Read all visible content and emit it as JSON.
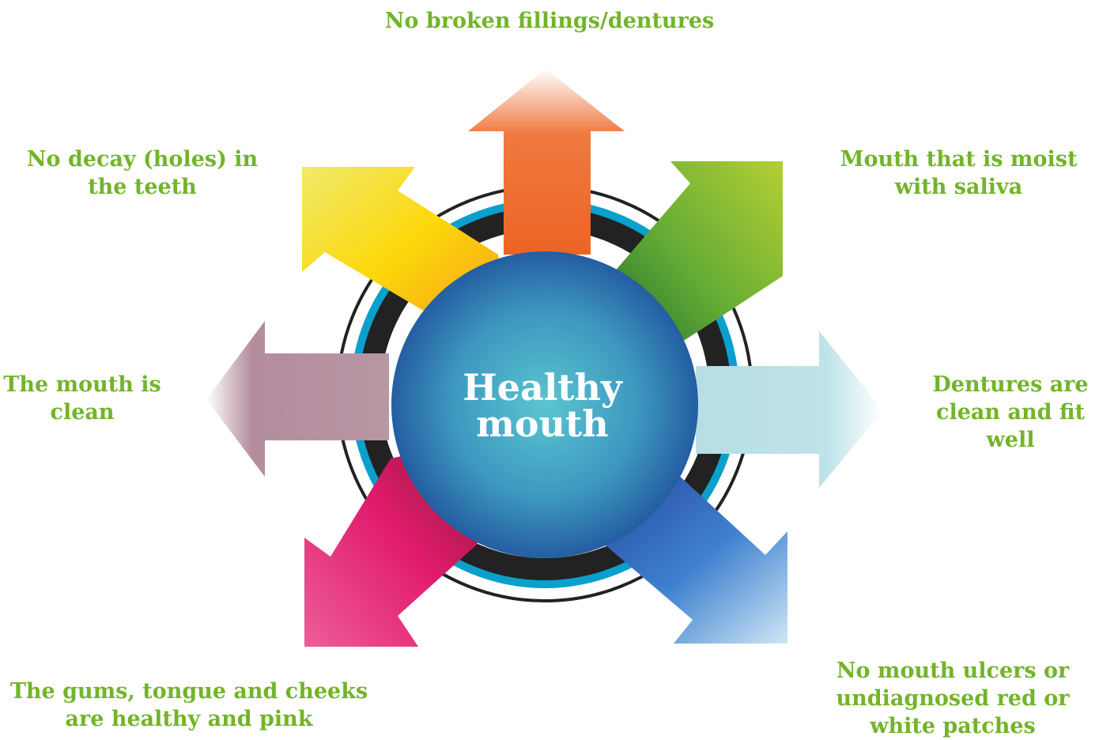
{
  "center": {
    "line1": "Healthy",
    "line2": "mouth"
  },
  "labels": {
    "top": "No broken fillings/dentures",
    "top_left": "No decay (holes) in\nthe teeth",
    "top_right": "Mouth that is moist\nwith saliva",
    "left": "The mouth is\nclean",
    "right": "Dentures are\nclean and fit\nwell",
    "bottom_left": "The gums, tongue and cheeks\nare healthy and pink",
    "bottom_right": "No mouth ulcers or\nundiagnosed red or\nwhite patches"
  },
  "colors": {
    "label_text": "#73b42a",
    "arrow_top": "#ee6a27",
    "arrow_top_left": "#f5c517",
    "arrow_top_right": "#6aab30",
    "arrow_left": "#b796a3",
    "arrow_right": "#b8dfe6",
    "arrow_bottom_left": "#e3206f",
    "arrow_bottom_right": "#3a6bbf",
    "hub": "#4bb3c4",
    "ring_dark": "#222222",
    "ring_blue": "#0aa0cc"
  }
}
